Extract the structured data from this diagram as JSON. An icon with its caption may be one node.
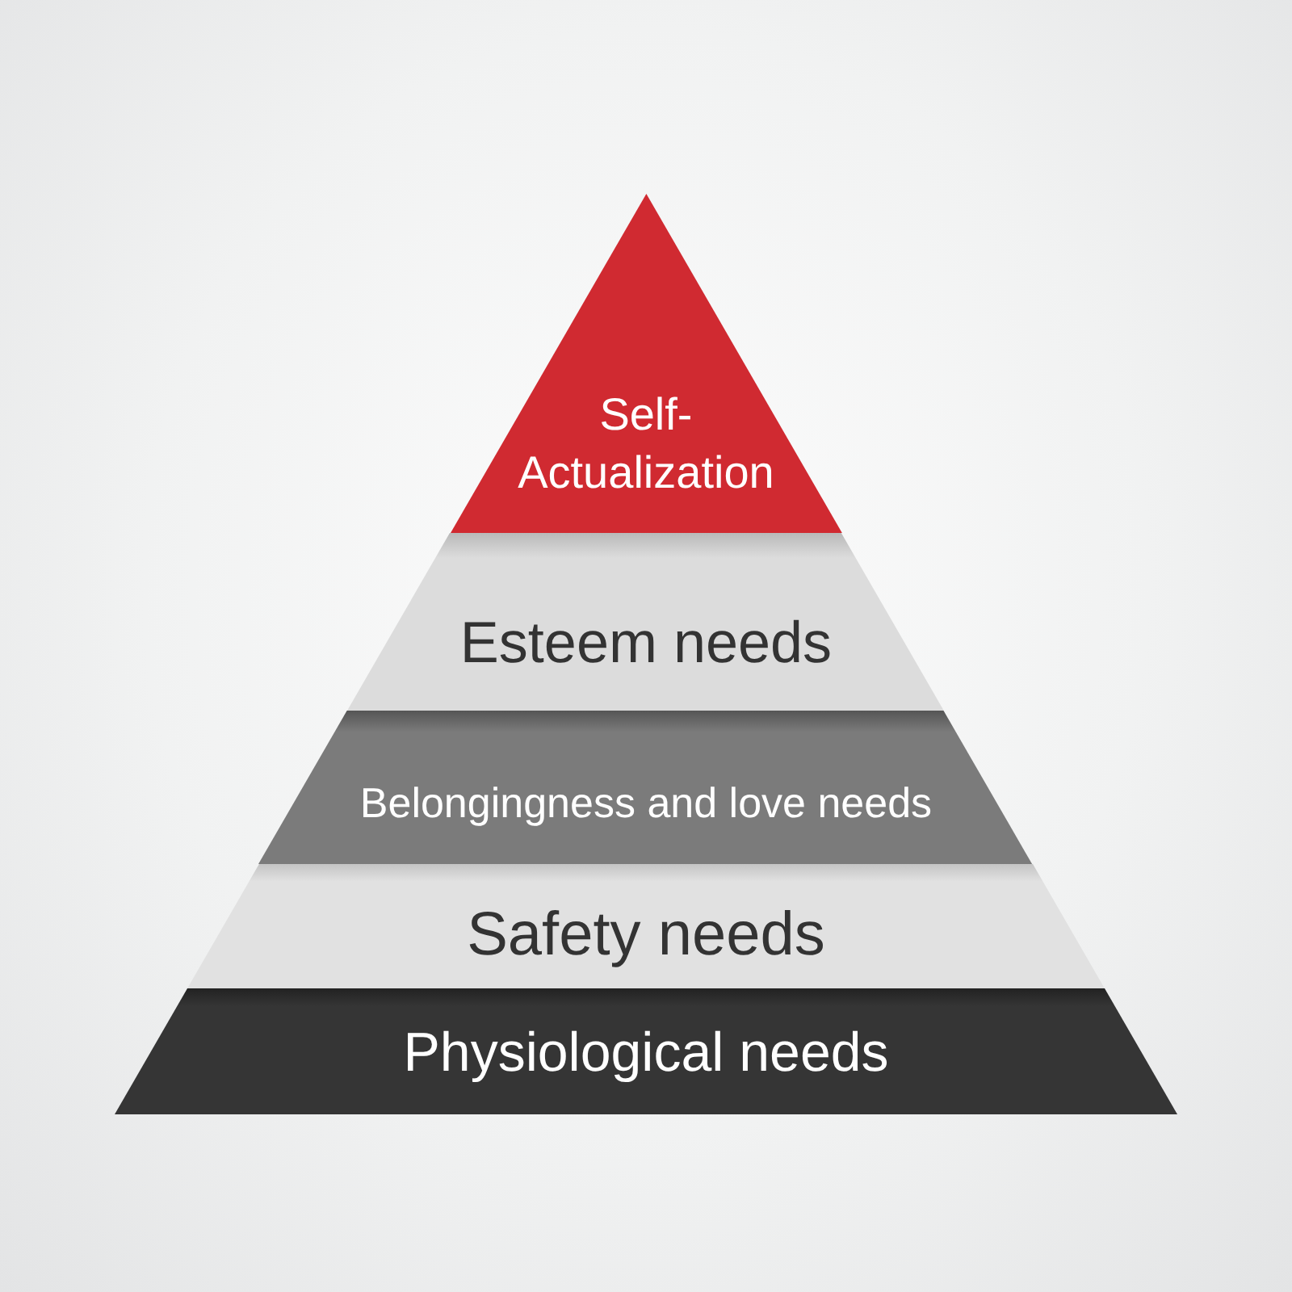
{
  "diagram": {
    "nodes": [
      {
        "text": [
          "Self-Actualization"
        ]
      },
      {
        "text": [
          "Esteem needs"
        ]
      },
      {
        "text": [
          "Belongingness and love needs"
        ]
      },
      {
        "text": [
          "Safety needs"
        ]
      },
      {
        "text": [
          "Physiological needs"
        ]
      }
    ]
  }
}
